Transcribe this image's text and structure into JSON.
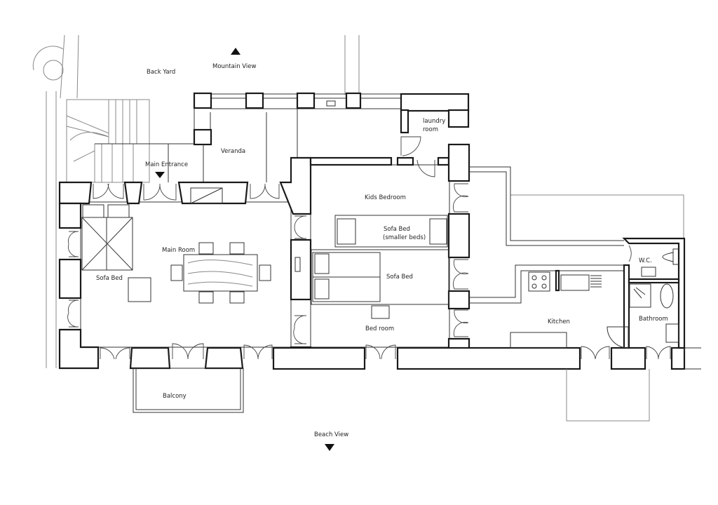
{
  "plan": {
    "labels": {
      "back_yard": "Back Yard",
      "mountain_view": "Mountain View",
      "main_entrance": "Main Entrance",
      "veranda": "Veranda",
      "laundry_line1": "laundry",
      "laundry_line2": "room",
      "kids_bedroom": "Kids Bedroom",
      "main_room": "Main Room",
      "sofa_bed_main": "Sofa Bed",
      "sofa_bed_kids_line1": "Sofa Bed",
      "sofa_bed_kids_line2": "(smaller beds)",
      "sofa_bed_bedroom": "Sofa Bed",
      "bed_room": "Bed room",
      "kitchen": "Kitchen",
      "wc": "W.C.",
      "bathroom": "Bathroom",
      "balcony": "Balcony",
      "beach_view": "Beach View"
    }
  }
}
